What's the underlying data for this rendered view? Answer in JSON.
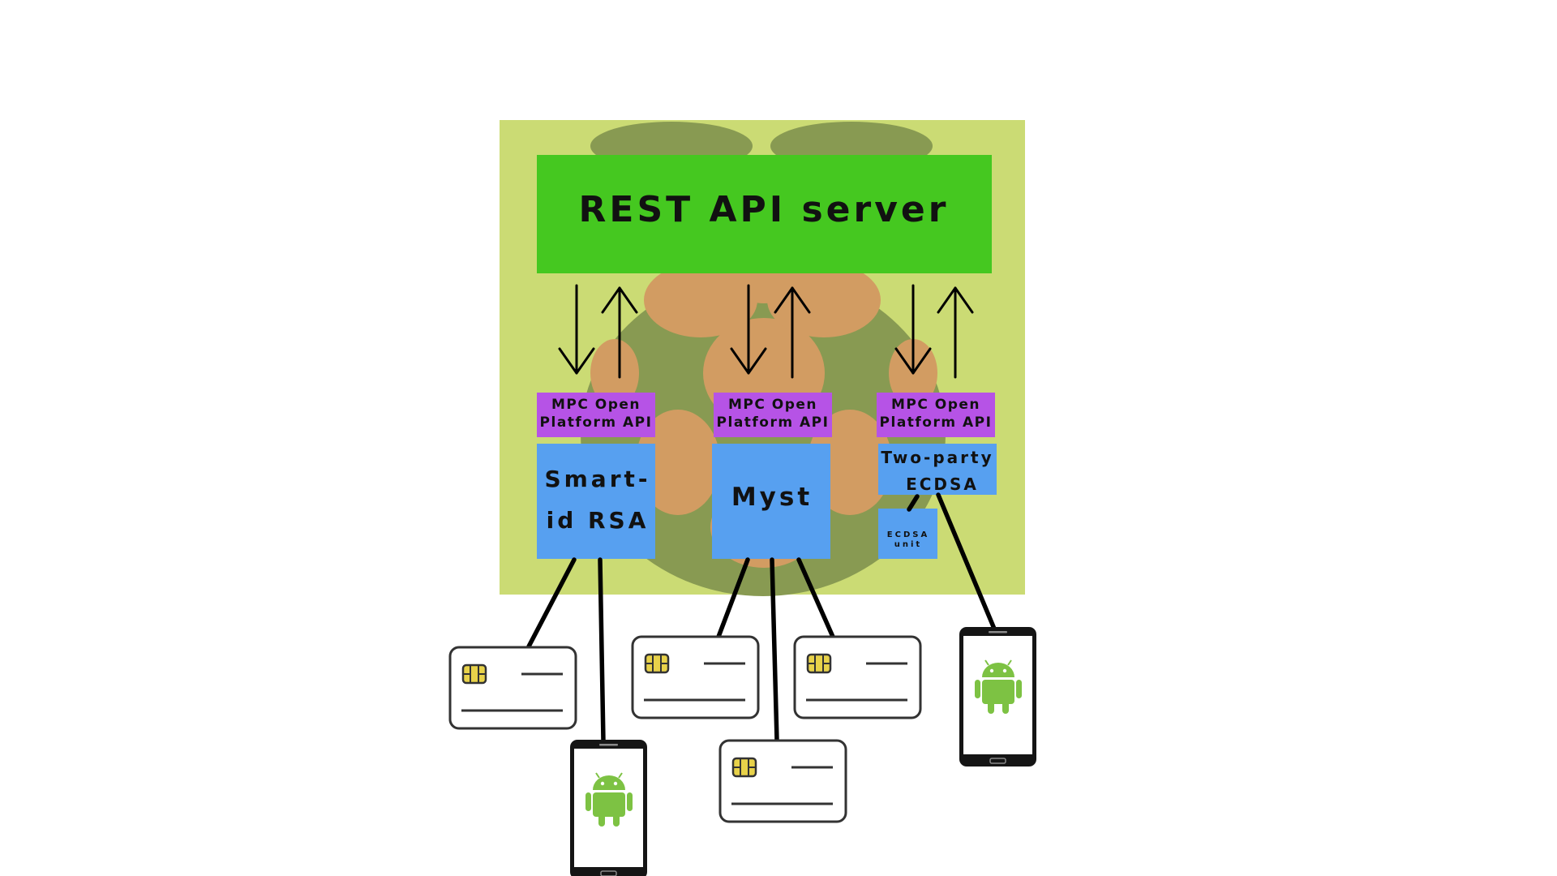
{
  "server": {
    "label": "REST API server"
  },
  "modules": [
    {
      "api_label_line1": "MPC Open",
      "api_label_line2": "Platform API",
      "scheme_line1": "Smart-",
      "scheme_line2": "id RSA"
    },
    {
      "api_label_line1": "MPC Open",
      "api_label_line2": "Platform API",
      "scheme_line1": "Myst"
    },
    {
      "api_label_line1": "MPC Open",
      "api_label_line2": "Platform API",
      "scheme_line1": "Two-party",
      "scheme_line2": "ECDSA",
      "unit_line1": "ECDSA",
      "unit_line2": "unit"
    }
  ],
  "devices": {
    "smartcard_icon": "smartcard-icon",
    "phone_icon": "android-phone-icon",
    "chip_icon": "sim-chip-icon",
    "android_icon": "android-robot-icon"
  },
  "colors": {
    "board_background": "#cbdb74",
    "raspberry_leaf": "#889a52",
    "raspberry_seed": "#d29c62",
    "server": "#45c820",
    "api": "#b653e6",
    "scheme": "#57a0f0",
    "chip": "#e8d24a",
    "android_green": "#7dc243"
  }
}
